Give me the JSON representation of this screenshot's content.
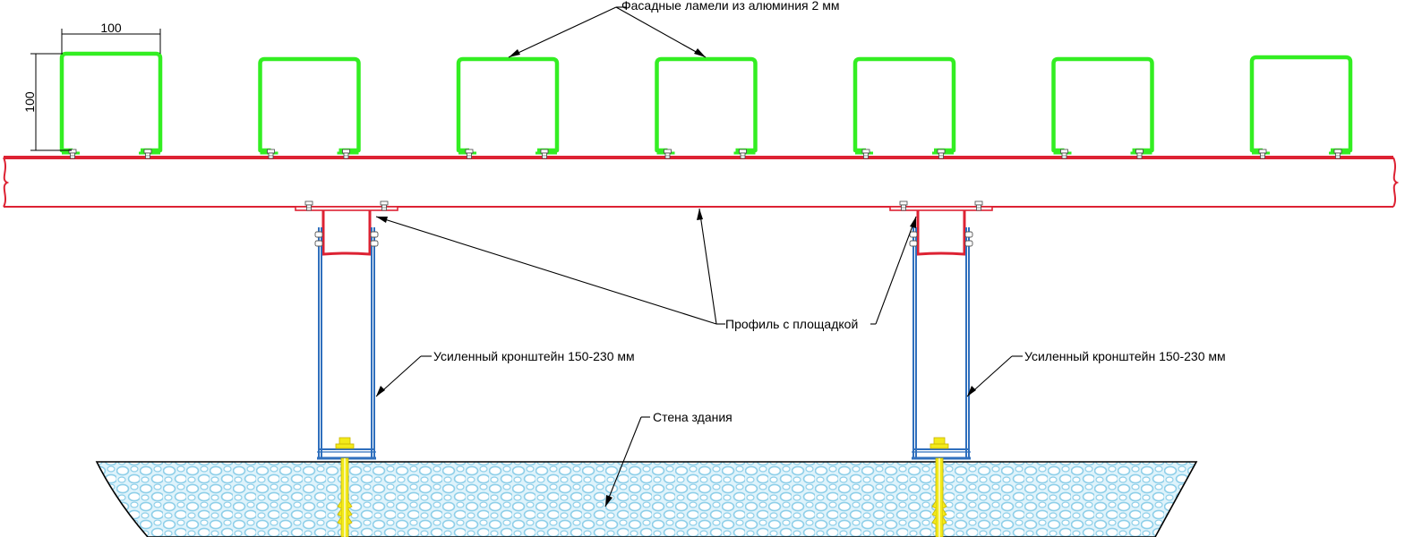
{
  "labels": {
    "lamellas": "Фасадные ламели из алюминия 2 мм",
    "profile": "Профиль с площадкой",
    "bracket_left": "Усиленный кронштейн 150-230 мм",
    "bracket_right": "Усиленный кронштейн 150-230 мм",
    "wall": "Стена здания"
  },
  "dimensions": {
    "width": "100",
    "height": "100"
  },
  "colors": {
    "lamella": "#33ee22",
    "profile": "#dd2233",
    "bracket": "#2f6fbd",
    "anchor": "#f2ea1a",
    "wall_fill": "#dff3fb",
    "wall_cell": "#8ecfe9",
    "line": "#000000"
  },
  "lamella_count": 7,
  "bracket_count": 2
}
